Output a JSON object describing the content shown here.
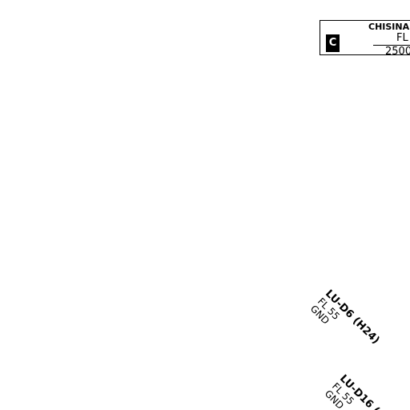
{
  "airspace_box": {
    "class_letter": "C",
    "name": "CHISINA",
    "upper_limit": "FL",
    "lower_limit": "2500"
  },
  "zones": [
    {
      "name": "LU-D6 (H24)",
      "upper": "FL 55",
      "lower": "GND"
    },
    {
      "name": "LU-D16 (",
      "upper": "FL 55",
      "lower": "GND"
    }
  ]
}
